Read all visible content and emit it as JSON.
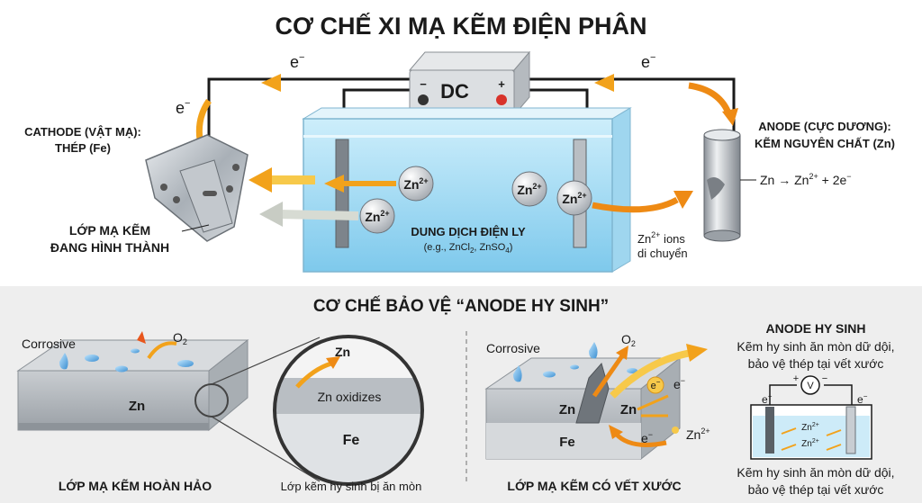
{
  "title": "CƠ CHẾ XI MẠ KẼM ĐIỆN PHÂN",
  "top": {
    "power_supply": {
      "label": "DC",
      "minus": "−",
      "plus": "+"
    },
    "electron_label": "e",
    "electron_sup": "−",
    "cathode": {
      "line1": "CATHODE (VẬT MẠ):",
      "line2": "THÉP (Fe)"
    },
    "anode": {
      "line1": "ANODE (CỰC DƯƠNG):",
      "line2": "KẼM NGUYÊN CHẤT (Zn)"
    },
    "anode_reaction": {
      "a": "Zn → Zn",
      "sup": "2+",
      "b": " + 2e",
      "sup2": "−"
    },
    "coating": {
      "line1": "LỚP MẠ KẼM",
      "line2": "ĐANG HÌNH THÀNH"
    },
    "electrolyte": {
      "line1": "DUNG DỊCH ĐIỆN LY",
      "line2_a": "(e.g., ZnCl",
      "sub1": "2",
      "line2_b": ", ZnSO",
      "sub2": "4",
      "line2_c": ")"
    },
    "ion": {
      "base": "Zn",
      "sup": "2+"
    },
    "ions_moving": {
      "sup": "2+",
      "line1": " ions",
      "line2": "di chuyển"
    }
  },
  "bottom": {
    "heading": "CƠ CHẾ BẢO VỆ “ANODE HY SINH”",
    "left": {
      "corrosive": "Corrosive",
      "oxygen": "O",
      "oxygen_sub": "2",
      "zn": "Zn",
      "zoom_zn": "Zn",
      "zoom_oxidizes": "Zn oxidizes",
      "zoom_fe": "Fe",
      "caption": "LỚP MẠ KẼM HOÀN HẢO",
      "sub_caption": "Lớp kẽm hy sinh bị ăn mòn"
    },
    "right": {
      "corrosive": "Corrosive",
      "oxygen": "O",
      "oxygen_sub": "2",
      "zn_left": "Zn",
      "zn_right": "Zn",
      "fe": "Fe",
      "electron": "e",
      "zn_ion": "Zn",
      "zn_ion_sup": "2+",
      "caption": "LỚP MẠ KẼM CÓ VẾT XƯỚC"
    },
    "sacrificial": {
      "heading": "ANODE HY SINH",
      "line1": "Kẽm hy sinh ăn mòn dữ dội,",
      "line2": "bảo vệ thép tại vết xước",
      "meter": "V",
      "ion": "Zn",
      "ion_sup": "2+",
      "bottom_line1": "Kẽm hy sinh ăn mòn dữ dội,",
      "bottom_line2": "bảo vệ thép tại vết xước"
    }
  },
  "colors": {
    "arrow": "#f2a21b",
    "water": "#bfe6f7",
    "panel": "#eeeeee"
  }
}
